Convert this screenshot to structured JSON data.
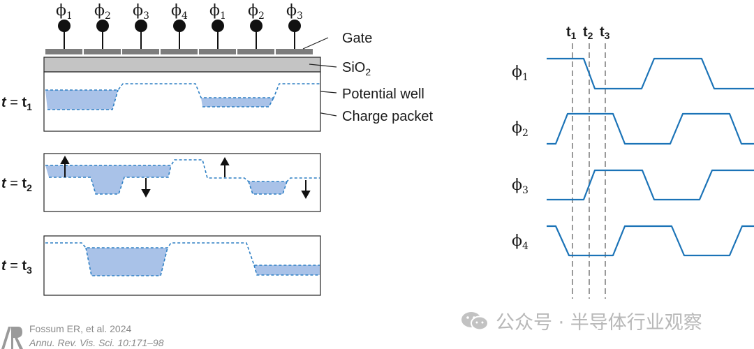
{
  "clock_phases": [
    "ϕ",
    "ϕ",
    "ϕ",
    "ϕ",
    "ϕ",
    "ϕ",
    "ϕ"
  ],
  "clock_subs": [
    "1",
    "2",
    "3",
    "4",
    "1",
    "2",
    "3"
  ],
  "labels": {
    "gate": "Gate",
    "sio2_main": "SiO",
    "sio2_sub": "2",
    "potential_well": "Potential well",
    "charge_packet": "Charge packet"
  },
  "time_rows": [
    {
      "t": "t",
      "eq": " = ",
      "tt": "t",
      "sub": "1"
    },
    {
      "t": "t",
      "eq": " = ",
      "tt": "t",
      "sub": "2"
    },
    {
      "t": "t",
      "eq": " = ",
      "tt": "t",
      "sub": "3"
    }
  ],
  "timing": {
    "markers": [
      {
        "t": "t",
        "sub": "1"
      },
      {
        "t": "t",
        "sub": "2"
      },
      {
        "t": "t",
        "sub": "3"
      }
    ],
    "signals": [
      {
        "name": "ϕ",
        "sub": "1"
      },
      {
        "name": "ϕ",
        "sub": "2"
      },
      {
        "name": "ϕ",
        "sub": "3"
      },
      {
        "name": "ϕ",
        "sub": "4"
      }
    ]
  },
  "credit": {
    "line1": "Fossum ER, et al. 2024",
    "line2": "Annu. Rev. Vis. Sci. 10:171–98"
  },
  "watermark": "公众号 · 半导体行业观察",
  "colors": {
    "fill": "#a9c2e8",
    "dash": "#2d7fc4",
    "wave": "#1b73b7",
    "gate": "#7d7d7d",
    "oxide": "#c4c4c4"
  }
}
